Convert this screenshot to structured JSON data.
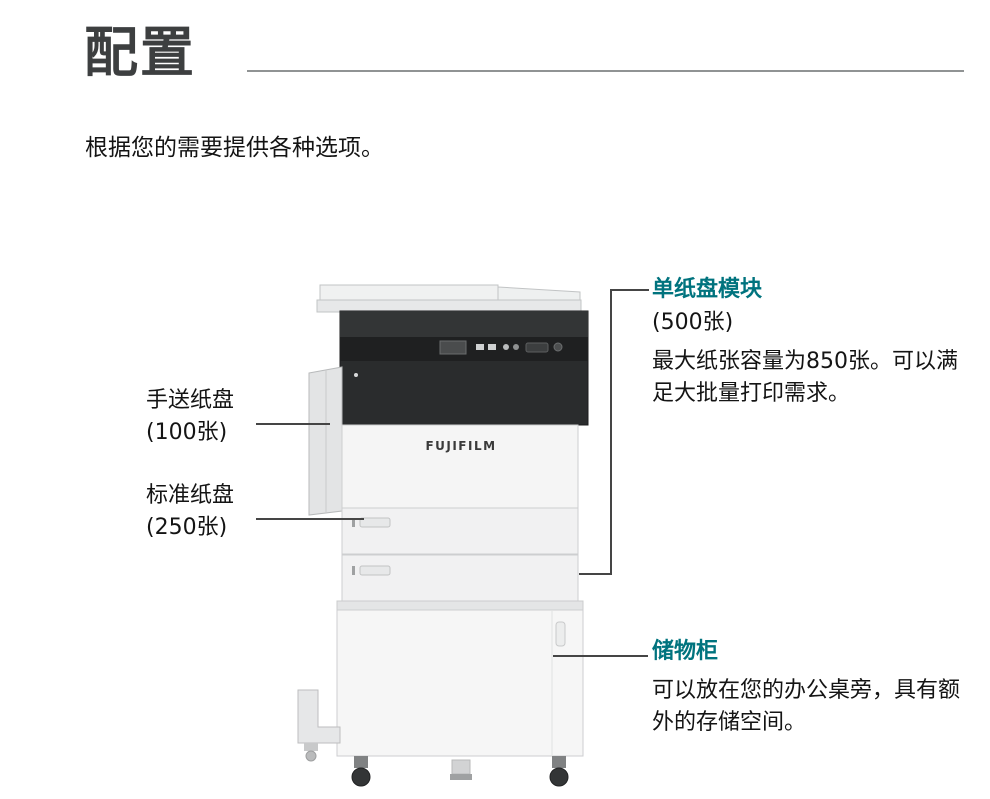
{
  "page": {
    "title": "配置",
    "subtitle": "根据您的需要提供各种选项。"
  },
  "printer": {
    "brand": "FUJIFILM"
  },
  "callouts": {
    "left": [
      {
        "label": "手送纸盘",
        "capacity": "(100张)"
      },
      {
        "label": "标准纸盘",
        "capacity": "(250张)"
      }
    ],
    "right": [
      {
        "title": "单纸盘模块",
        "capacity": "(500张)",
        "description": "最大纸张容量为850张。可以满足大批量打印需求。"
      },
      {
        "title": "储物柜",
        "description": "可以放在您的办公桌旁，具有额外的存储空间。"
      }
    ]
  },
  "colors": {
    "accent_teal": "#00737e",
    "heading_gray": "#3d3f40",
    "leader_line": "#454545"
  }
}
